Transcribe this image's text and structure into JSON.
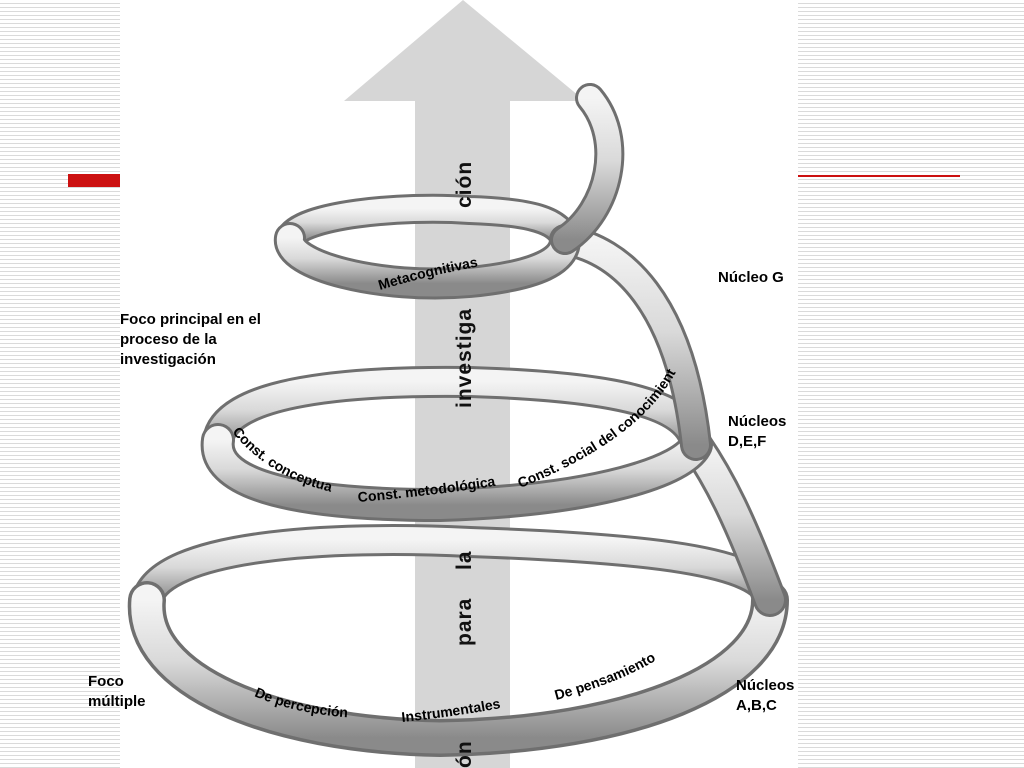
{
  "side_labels": {
    "focus_main": "Foco principal en el proceso de la investigación",
    "focus_multiple": "Foco múltiple",
    "nucleus_g": "Núcleo G",
    "nuclei_def": "Núcleos D,E,F",
    "nuclei_abc": "Núcleos A,B,C"
  },
  "arrow_words": [
    "ón",
    "para",
    "la",
    "investiga",
    "ción"
  ],
  "coil_labels": {
    "top": "Metacognitivas",
    "middle": [
      "Const. conceptual",
      "Const. metodológica",
      "Const. social del conocimiento"
    ],
    "bottom": [
      "De percepción",
      "Instrumentales",
      "De pensamiento"
    ]
  },
  "colors": {
    "accent": "#cc1111",
    "arrow": "#d6d6d6"
  }
}
